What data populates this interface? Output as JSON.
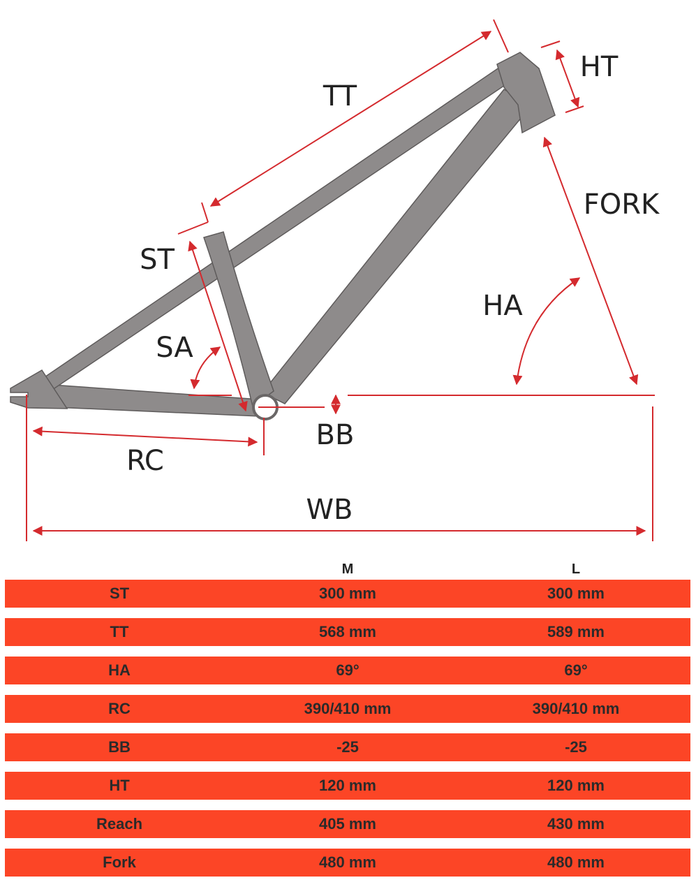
{
  "diagram": {
    "labels": {
      "TT": "TT",
      "HT": "HT",
      "FORK": "FORK",
      "ST": "ST",
      "SA": "SA",
      "HA": "HA",
      "BB": "BB",
      "RC": "RC",
      "WB": "WB"
    },
    "colors": {
      "dimension": "#d42a2e",
      "frame": "#8e8b8b",
      "row": "#fc4526"
    }
  },
  "table": {
    "columns": [
      "",
      "M",
      "L"
    ],
    "rows": [
      {
        "label": "ST",
        "m": "300 mm",
        "l": "300 mm"
      },
      {
        "label": "TT",
        "m": "568 mm",
        "l": "589 mm"
      },
      {
        "label": "HA",
        "m": "69°",
        "l": "69°"
      },
      {
        "label": "RC",
        "m": "390/410 mm",
        "l": "390/410 mm"
      },
      {
        "label": "BB",
        "m": "-25",
        "l": "-25"
      },
      {
        "label": "HT",
        "m": "120 mm",
        "l": "120 mm"
      },
      {
        "label": "Reach",
        "m": "405 mm",
        "l": "430 mm"
      },
      {
        "label": "Fork",
        "m": "480 mm",
        "l": "480 mm"
      }
    ]
  }
}
